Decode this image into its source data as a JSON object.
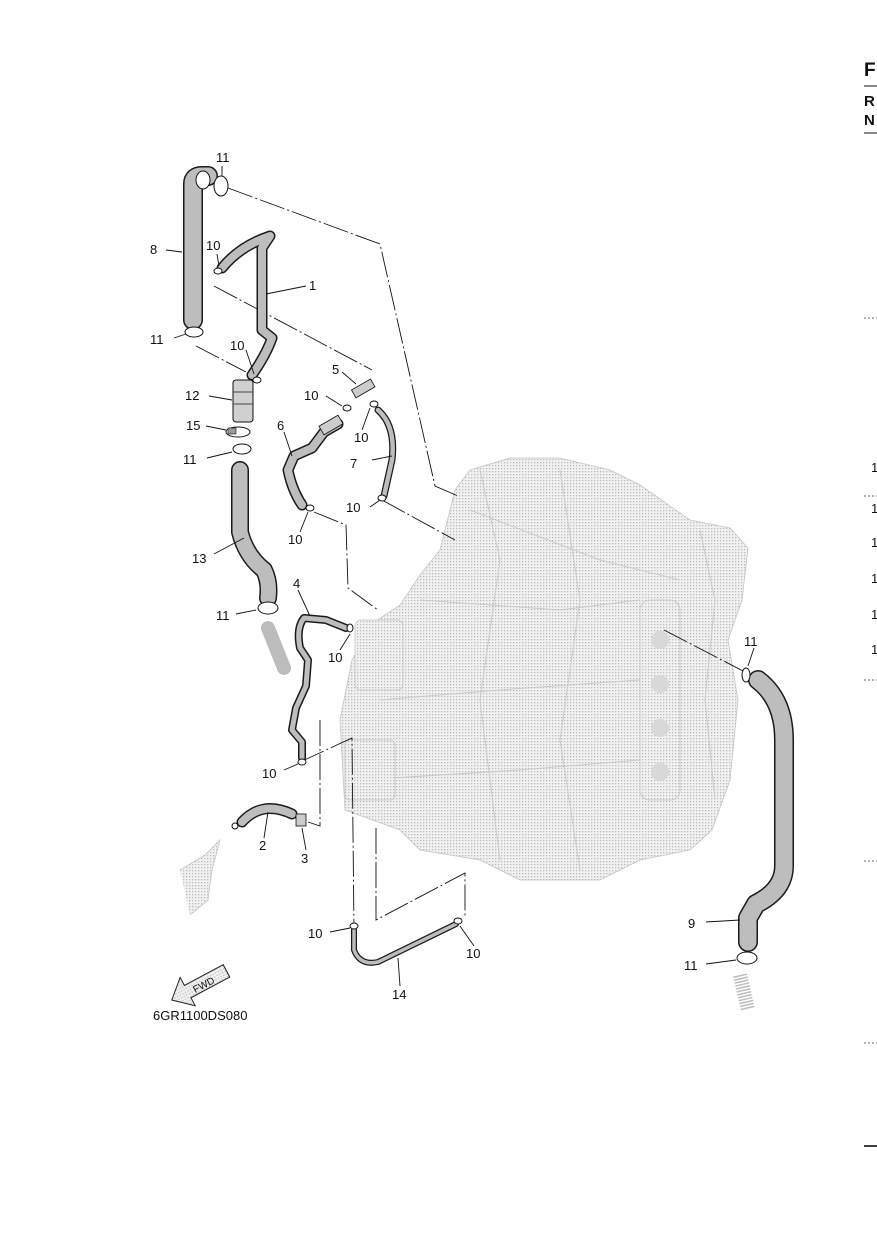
{
  "header": {
    "letters": [
      "F",
      "R",
      "N"
    ]
  },
  "right_margin_numbers": [
    "1",
    "1",
    "1",
    "1",
    "1",
    "1"
  ],
  "callouts": {
    "c11a": "11",
    "c8": "8",
    "c10a": "10",
    "c1": "1",
    "c11b": "11",
    "c10b": "10",
    "c12": "12",
    "c5": "5",
    "c10c": "10",
    "c15": "15",
    "c6": "6",
    "c10d": "10",
    "c7": "7",
    "c11c": "11",
    "c10e": "10",
    "c10f": "10",
    "c13": "13",
    "c4": "4",
    "c11d": "11",
    "c10g": "10",
    "c11e": "11",
    "c10h": "10",
    "c2": "2",
    "c3": "3",
    "c9": "9",
    "c10i": "10",
    "c10j": "10",
    "c11f": "11",
    "c14": "14"
  },
  "fwd_label": "FWD",
  "drawing_code": "6GR1100DS080"
}
